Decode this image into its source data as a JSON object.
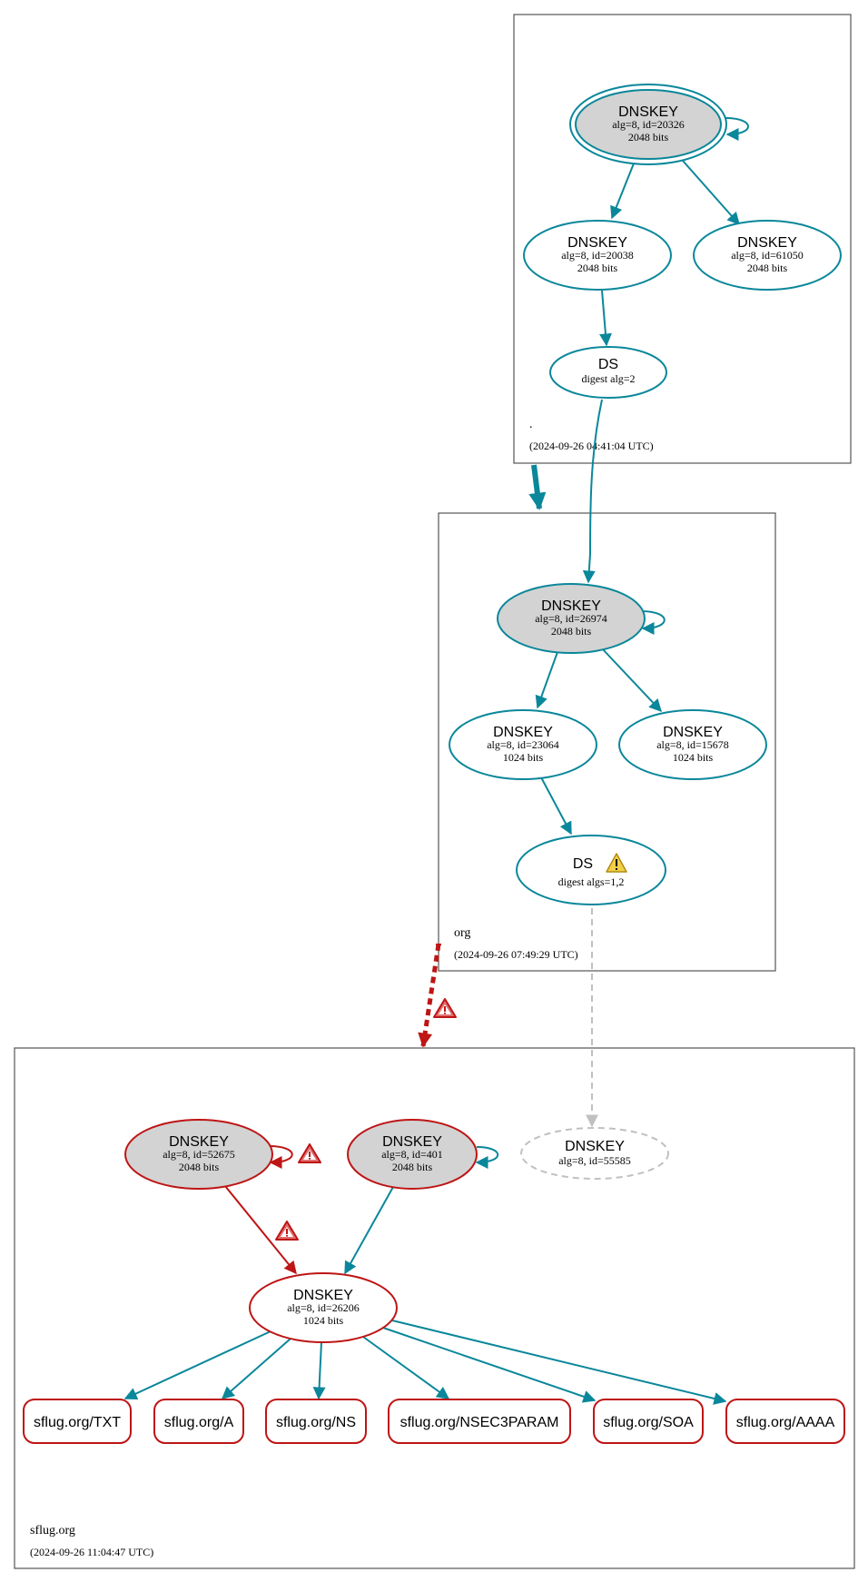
{
  "colors": {
    "secure": "#0a879a",
    "bogus": "#be1515",
    "indeterminate": "#c0c0c0",
    "ksk_fill": "#d3d3d3",
    "warning": "#d4a017"
  },
  "zones": {
    "root": {
      "name": ".",
      "timestamp": "(2024-09-26 04:41:04 UTC)"
    },
    "org": {
      "name": "org",
      "timestamp": "(2024-09-26 07:49:29 UTC)"
    },
    "sflug": {
      "name": "sflug.org",
      "timestamp": "(2024-09-26 11:04:47 UTC)"
    }
  },
  "nodes": {
    "root_ksk": {
      "title": "DNSKEY",
      "line1": "alg=8, id=20326",
      "line2": "2048 bits"
    },
    "root_zsk1": {
      "title": "DNSKEY",
      "line1": "alg=8, id=20038",
      "line2": "2048 bits"
    },
    "root_zsk2": {
      "title": "DNSKEY",
      "line1": "alg=8, id=61050",
      "line2": "2048 bits"
    },
    "root_ds": {
      "title": "DS",
      "line1": "digest alg=2"
    },
    "org_ksk": {
      "title": "DNSKEY",
      "line1": "alg=8, id=26974",
      "line2": "2048 bits"
    },
    "org_zsk1": {
      "title": "DNSKEY",
      "line1": "alg=8, id=23064",
      "line2": "1024 bits"
    },
    "org_zsk2": {
      "title": "DNSKEY",
      "line1": "alg=8, id=15678",
      "line2": "1024 bits"
    },
    "org_ds": {
      "title": "DS",
      "line1": "digest algs=1,2"
    },
    "sflug_ksk1": {
      "title": "DNSKEY",
      "line1": "alg=8, id=52675",
      "line2": "2048 bits"
    },
    "sflug_ksk2": {
      "title": "DNSKEY",
      "line1": "alg=8, id=401",
      "line2": "2048 bits"
    },
    "sflug_missing": {
      "title": "DNSKEY",
      "line1": "alg=8, id=55585"
    },
    "sflug_zsk": {
      "title": "DNSKEY",
      "line1": "alg=8, id=26206",
      "line2": "1024 bits"
    }
  },
  "records": [
    "sflug.org/TXT",
    "sflug.org/A",
    "sflug.org/NS",
    "sflug.org/NSEC3PARAM",
    "sflug.org/SOA",
    "sflug.org/AAAA"
  ]
}
